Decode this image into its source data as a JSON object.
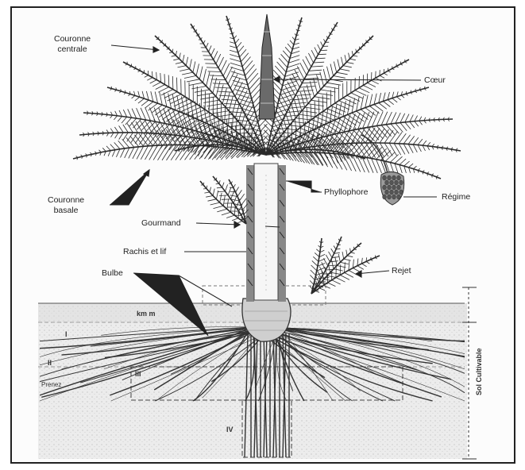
{
  "labels": {
    "couronne_centrale": "Couronne\ncentrale",
    "coeur": "Cœur",
    "couronne_basale": "Couronne\nbasale",
    "phyllophore": "Phyllophore",
    "regime": "Régime",
    "gourmand": "Gourmand",
    "rachis_lif": "Rachis et lif",
    "rejet": "Rejet",
    "bulbe": "Bulbe"
  },
  "zones": {
    "zone_1": "I",
    "zone_2": "II",
    "zone_3": "III",
    "zone_4": "IV",
    "kmm": "km m",
    "prenez": "Prenez",
    "vertical": "Sol Cultivable"
  },
  "colors": {
    "ink": "#2a2a2a",
    "soil": "#e6e6e6",
    "trunk": "#f4f4f4",
    "frame": "#222222"
  }
}
